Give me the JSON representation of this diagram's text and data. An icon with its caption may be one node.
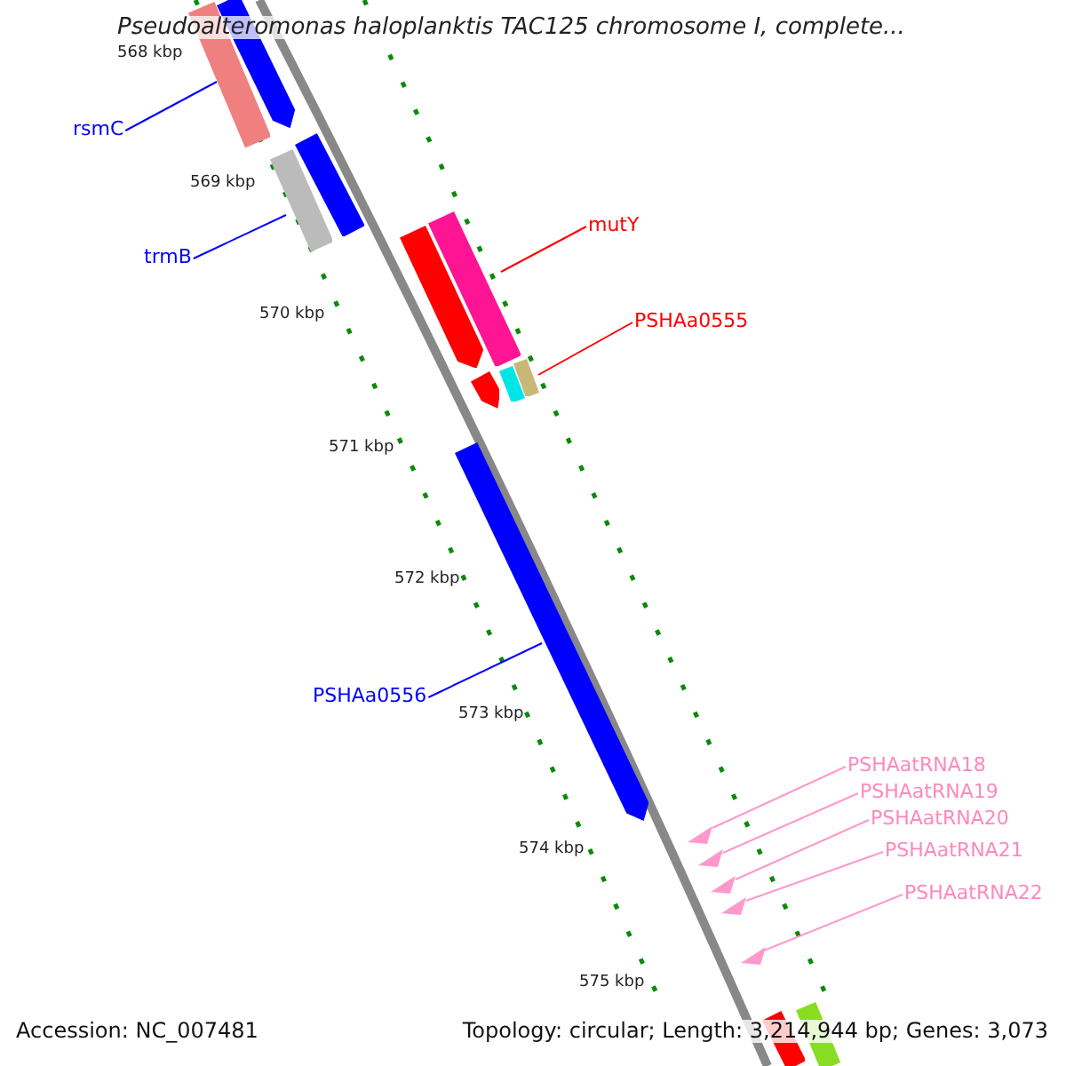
{
  "diagram": {
    "title": "Pseudoalteromonas haloplanktis TAC125 chromosome I, complete...",
    "nodes": [
      {
        "text": [
          "rsmC"
        ]
      },
      {
        "text": [],
        "shape": "bar"
      },
      {
        "text": [
          "trmB"
        ]
      },
      {
        "text": [],
        "shape": "bar"
      },
      {
        "text": [
          "mutY"
        ]
      },
      {
        "text": [],
        "shape": "bar"
      },
      {
        "text": [
          "PSHAa0555"
        ]
      },
      {
        "text": [],
        "shape": "bar"
      },
      {
        "text": [
          "PSHAa0556"
        ]
      },
      {
        "text": [],
        "shape": "bar"
      },
      {
        "text": [
          "PSHAatRNA18"
        ]
      },
      {
        "text": [
          "PSHAatRNA19"
        ]
      },
      {
        "text": [
          "PSHAatRNA20"
        ]
      },
      {
        "text": [
          "PSHAatRNA21"
        ]
      },
      {
        "text": [
          "PSHAatRNA22"
        ]
      },
      {
        "text": [],
        "shape": "triangle"
      },
      {
        "text": [],
        "shape": "triangle"
      },
      {
        "text": [],
        "shape": "triangle"
      },
      {
        "text": [],
        "shape": "triangle"
      },
      {
        "text": [],
        "shape": "triangle"
      },
      {
        "text": [],
        "shape": "bar"
      },
      {
        "text": [],
        "shape": "bar"
      },
      {
        "text": [],
        "shape": "bar"
      },
      {
        "text": [],
        "shape": "bar"
      },
      {
        "text": [],
        "shape": "bar"
      },
      {
        "text": [],
        "shape": "bar"
      },
      {
        "text": [],
        "shape": "bar"
      }
    ],
    "edges": [
      {
        "from": 0,
        "to": 1,
        "arrow": "none",
        "color": "#0000ff"
      },
      {
        "from": 2,
        "to": 3,
        "arrow": "none",
        "color": "#0000ff"
      },
      {
        "from": 4,
        "to": 5,
        "arrow": "none",
        "color": "#ff0000"
      },
      {
        "from": 6,
        "to": 7,
        "arrow": "none",
        "color": "#ff0000"
      },
      {
        "from": 8,
        "to": 9,
        "arrow": "none",
        "color": "#0000ff"
      },
      {
        "from": 10,
        "to": 15,
        "arrow": "none",
        "color": "#ff99cc"
      },
      {
        "from": 11,
        "to": 16,
        "arrow": "none",
        "color": "#ff99cc"
      },
      {
        "from": 12,
        "to": 17,
        "arrow": "none",
        "color": "#ff99cc"
      },
      {
        "from": 13,
        "to": 18,
        "arrow": "none",
        "color": "#ff99cc"
      },
      {
        "from": 14,
        "to": 19,
        "arrow": "none",
        "color": "#ff99cc"
      }
    ],
    "labels": [
      "568 kbp",
      "569 kbp",
      "570 kbp",
      "571 kbp",
      "572 kbp",
      "573 kbp",
      "574 kbp",
      "575 kbp",
      "Accession: NC_007481",
      "Topology: circular; Length: 3,214,944 bp; Genes: 3,073"
    ]
  }
}
